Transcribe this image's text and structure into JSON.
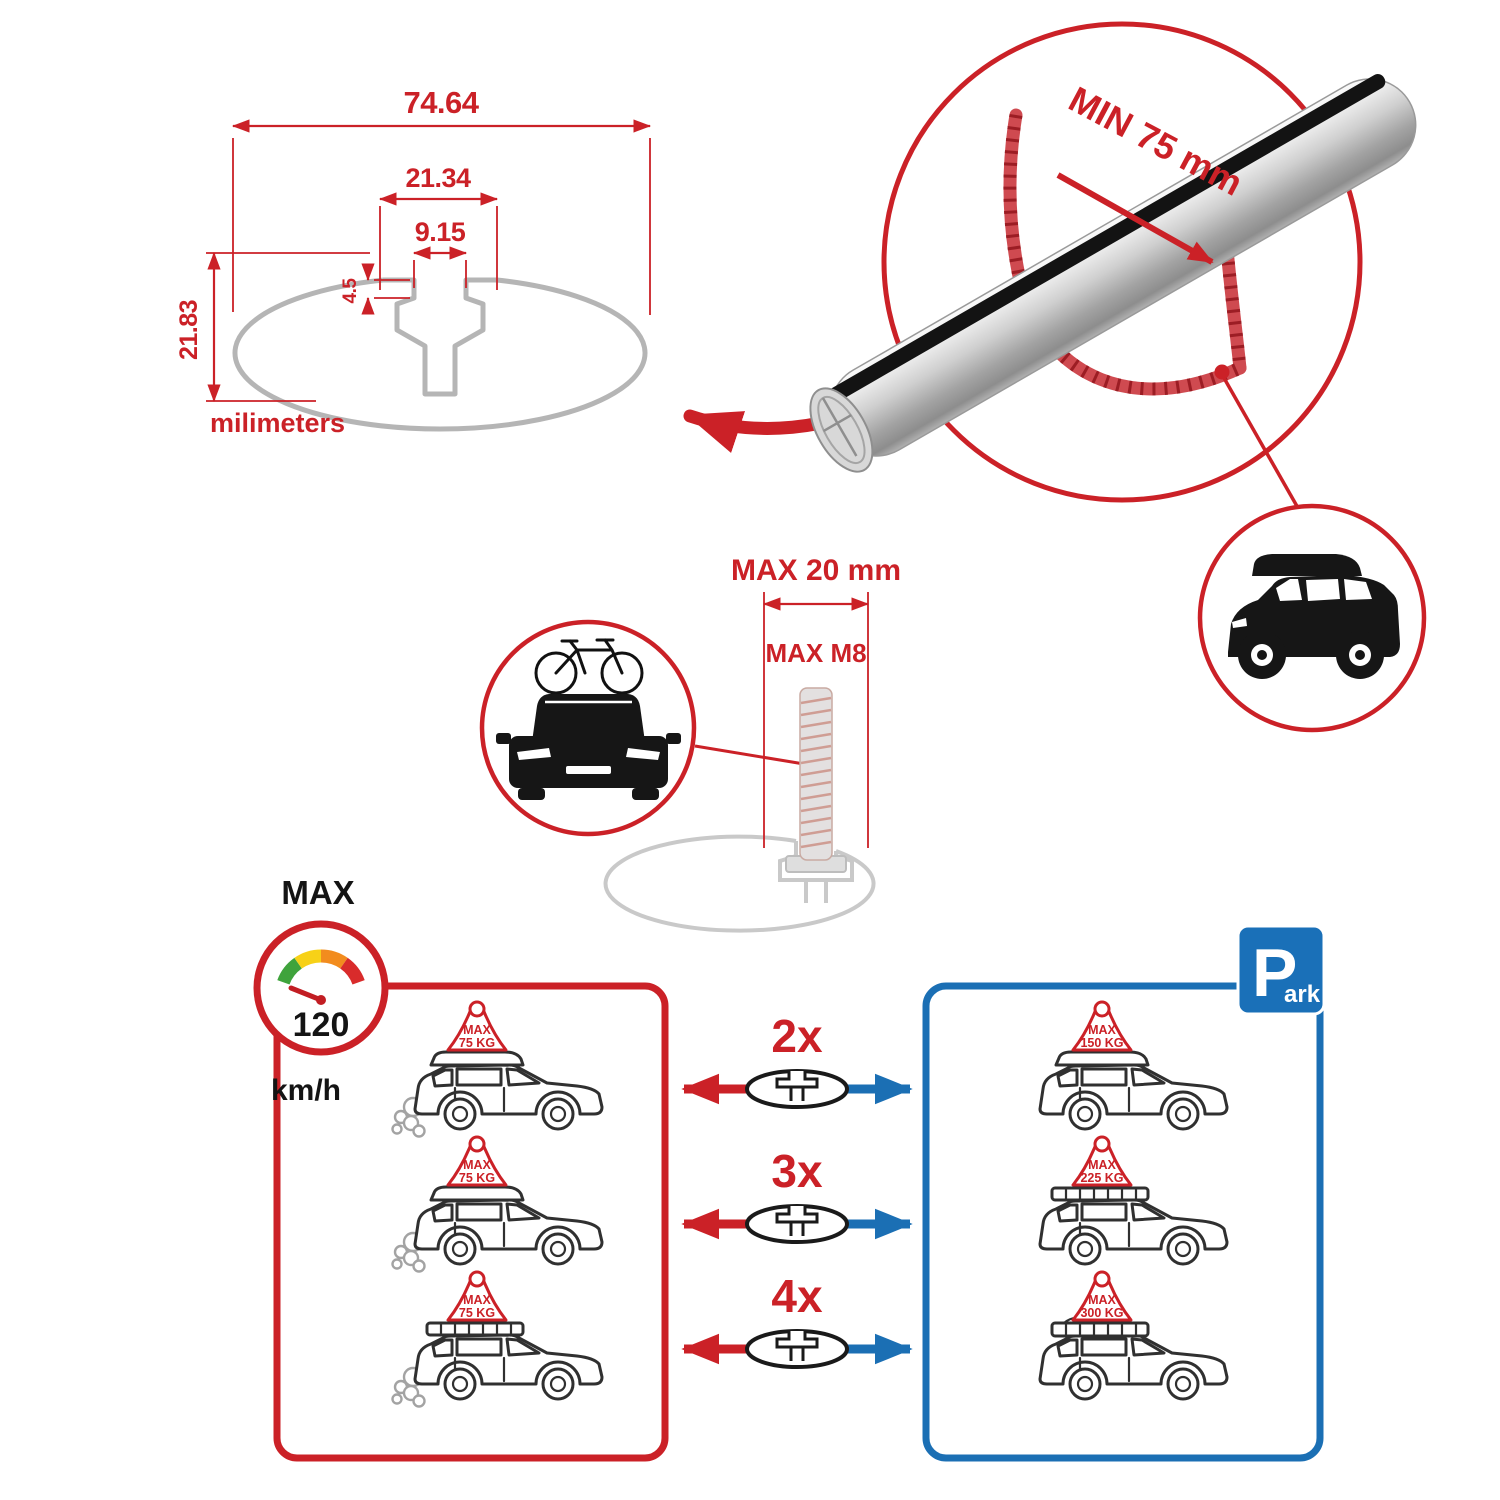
{
  "colors": {
    "red": "#cb2127",
    "blue": "#1b6fb4",
    "sign_blue": "#1a70b8"
  },
  "cross_section_diagram": {
    "total_width": "74.64",
    "channel_width": "21.34",
    "slot_width": "9.15",
    "slot_depth": "4.5",
    "total_height": "21.83",
    "units_label": "milimeters"
  },
  "bar_closeup": {
    "min_clamp_span": "MIN 75 mm"
  },
  "bolt_diagram": {
    "max_length": "MAX 20 mm",
    "max_thread": "MAX M8"
  },
  "speed_limit": {
    "label": "MAX",
    "value": "120",
    "units": "km/h"
  },
  "parking_sign": {
    "letter": "P",
    "rest": "ark"
  },
  "rows": [
    {
      "multiplier": "2x",
      "drive_label": "MAX",
      "drive_load": "75 KG",
      "park_label": "MAX",
      "park_load": "150 KG"
    },
    {
      "multiplier": "3x",
      "drive_label": "MAX",
      "drive_load": "75 KG",
      "park_label": "MAX",
      "park_load": "225 KG"
    },
    {
      "multiplier": "4x",
      "drive_label": "MAX",
      "drive_load": "75 KG",
      "park_label": "MAX",
      "park_load": "300 KG"
    }
  ]
}
